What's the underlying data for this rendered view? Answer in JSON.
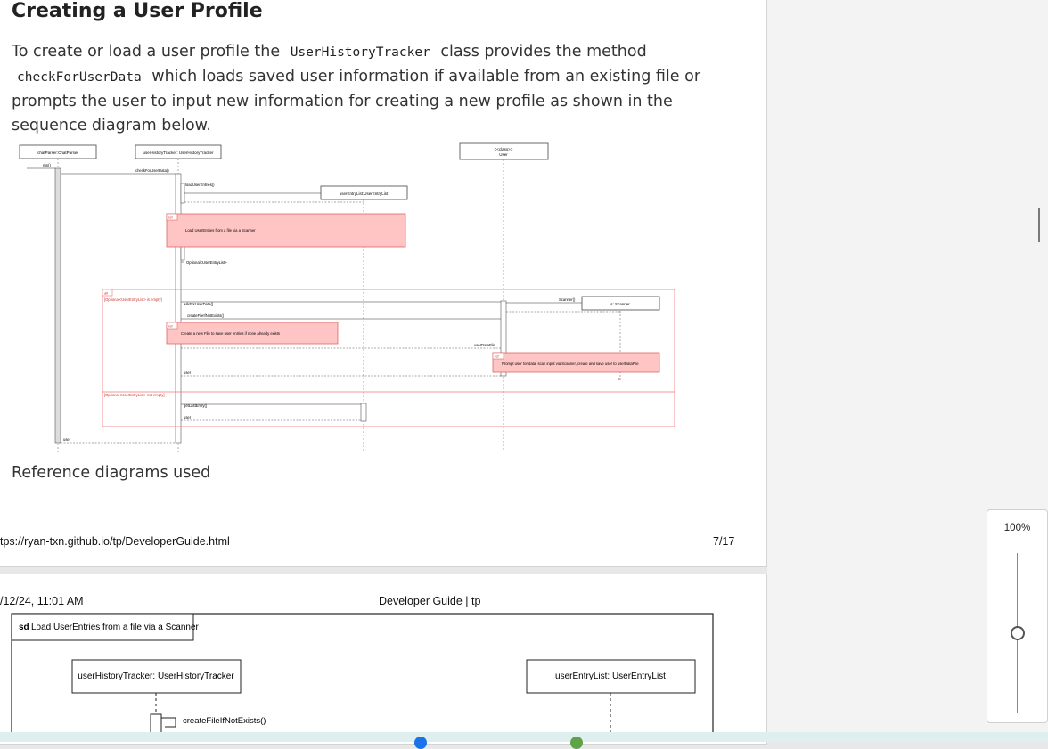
{
  "page1": {
    "heading": "Creating a User Profile",
    "para": {
      "t1": "To create or load a user profile the",
      "code1": "UserHistoryTracker",
      "t2": "class provides the method",
      "code2": "checkForUserData",
      "t3": "which loads saved user information if available from an existing file or prompts the user to input new information for creating a new profile as shown in the sequence diagram below."
    },
    "diagram": {
      "participants": {
        "chatparser": "chatParser:ChatParser",
        "tracker": "userHistoryTracker: UserHistoryTracker",
        "user_class_stereo": "<<class>>",
        "user_class": "User",
        "entrylist": "userEntryList:UserEntryList",
        "scanner": "s: Scanner"
      },
      "messages": {
        "run": "run()",
        "check": "checkForUserData()",
        "load": "loadUserEntries()",
        "optional_return": "Optional<UserEntryList>",
        "ask": "askForUserData()",
        "create": "createFileIfNotExists()",
        "scanner_new": "Scanner()",
        "user_data_file": "userDataFile",
        "user_ret1": "user",
        "get_last": "getLastEntry()",
        "user_ret2": "user",
        "user_ret3": "user"
      },
      "refs": {
        "ref_tag": "ref",
        "load_entries": "Load UserEntries from a file via a Scanner",
        "create_file": "Create a new File to save user entries if none already exists",
        "prompt_user": "Prompt user for data,  scan input via Scanner, create and save user to userDataFile"
      },
      "alt": {
        "tag": "alt",
        "guard1": "[Optional<UserEntryList> is empty]",
        "guard2": "[Optional<UserEntryList> not empty]"
      },
      "destroy": "x"
    },
    "ref_text": "Reference diagrams used",
    "footer_url": "tps://ryan-txn.github.io/tp/DeveloperGuide.html",
    "footer_page": "7/17"
  },
  "page2": {
    "header_date": "/12/24, 11:01 AM",
    "header_title": "Developer Guide | tp",
    "diagram": {
      "frame_label_bold": "sd",
      "frame_label": "Load UserEntries from a file via a Scanner",
      "tracker": "userHistoryTracker: UserHistoryTracker",
      "entrylist": "userEntryList: UserEntryList",
      "msg": "createFileIfNotExists()"
    }
  },
  "zoom": {
    "label": "100%",
    "level": 0.5
  },
  "colors": {
    "ref_fill": "#ffc4c4",
    "ref_border": "#e06666",
    "alt_border": "#f07575",
    "zoom_accent": "#2d7dd2"
  }
}
